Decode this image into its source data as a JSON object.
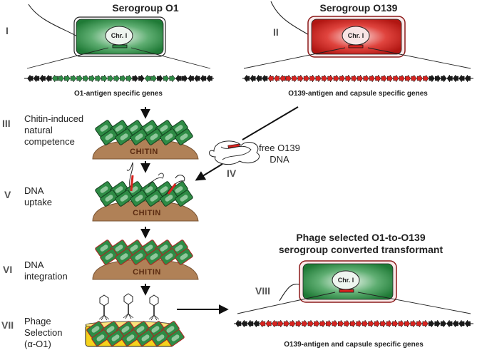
{
  "titles": {
    "serogroup_o1": "Serogroup O1",
    "serogroup_o139": "Serogroup O139",
    "transformant_line1": "Phage selected O1-to-O139",
    "transformant_line2": "serogroup converted transformant"
  },
  "chromosome_label": "Chr. I",
  "gene_labels": {
    "o1": "O1-antigen specific genes",
    "o139_top": "O139-antigen and capsule specific genes",
    "o139_bottom": "O139-antigen and capsule specific genes"
  },
  "substrate_label": "CHITIN",
  "free_dna": {
    "line1": "free O139",
    "line2": "DNA"
  },
  "steps": [
    {
      "numeral": "I",
      "lines": []
    },
    {
      "numeral": "II",
      "lines": []
    },
    {
      "numeral": "III",
      "lines": [
        "Chitin-induced",
        "natural",
        "competence"
      ]
    },
    {
      "numeral": "IV",
      "lines": []
    },
    {
      "numeral": "V",
      "lines": [
        "DNA",
        "uptake"
      ]
    },
    {
      "numeral": "VI",
      "lines": [
        "DNA",
        "integration"
      ]
    },
    {
      "numeral": "VII",
      "lines": [
        "Phage",
        "Selection",
        "(α-O1)"
      ]
    },
    {
      "numeral": "VIII",
      "lines": []
    }
  ],
  "colors": {
    "o1_green": "#2e8b45",
    "o139_red": "#d8231f",
    "flank_black": "#1a1a1a",
    "chitin_brown": "#b08157",
    "plate_yellow": "#f5d21c"
  }
}
